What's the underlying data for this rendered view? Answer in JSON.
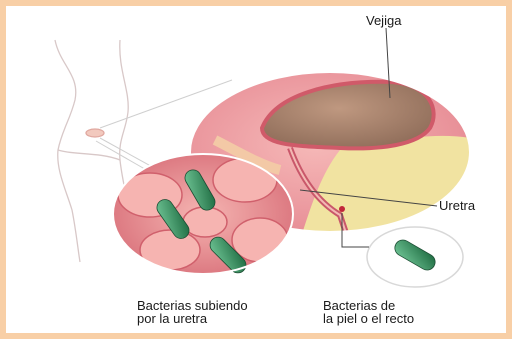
{
  "colors": {
    "border": "#f8cfa6",
    "background": "#ffffff",
    "bladder_wall": "#e07c86",
    "bladder_cavity": "#a27b67",
    "prostate": "#f1e3a1",
    "bacteria": "#2f8a5a",
    "leader_line": "#444444"
  },
  "labels": {
    "bladder": "Vejiga",
    "urethra": "Uretra",
    "bacteria_ascending": "Bacterias subiendo\npor la uretra",
    "bacteria_source": "Bacterias de\nla piel o el recto"
  },
  "icons": {
    "body_silhouette": "torso-outline",
    "bacteria": "rod-bacterium"
  }
}
